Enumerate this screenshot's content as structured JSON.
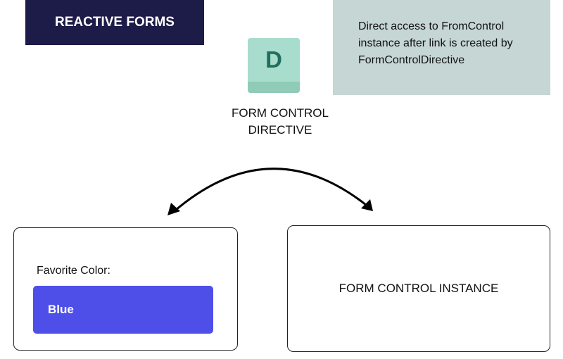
{
  "title_banner": {
    "text": "REACTIVE FORMS",
    "bg_color": "#1d1b47"
  },
  "note": {
    "lines": [
      "Direct access to FromControl",
      "instance after link is created by",
      "FormControlDirective"
    ],
    "bg_color": "#c5d6d4"
  },
  "directive": {
    "icon_letter": "D",
    "icon_name": "directive-d-icon",
    "icon_color": "#a8dccd",
    "icon_base_color": "#8fcbb7",
    "icon_letter_color": "#1f6f5f",
    "label_lines": [
      "FORM CONTROL",
      "DIRECTIVE"
    ]
  },
  "connector": {
    "type": "bidirectional-curved-arrow",
    "color": "#000000"
  },
  "form": {
    "field_label": "Favorite Color:",
    "field_value": "Blue",
    "input_color": "#4e4fe9"
  },
  "instance": {
    "label": "FORM CONTROL INSTANCE"
  }
}
